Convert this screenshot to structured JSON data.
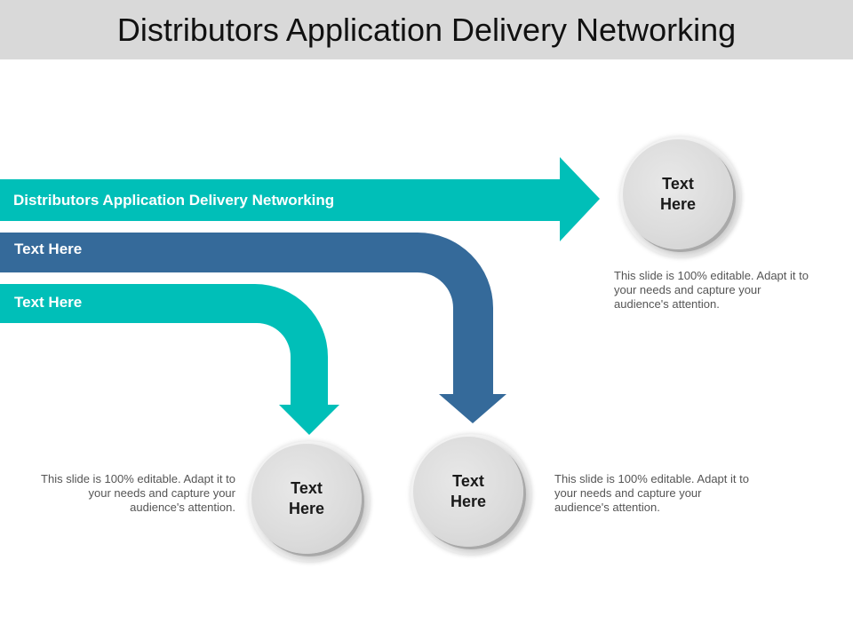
{
  "title": "Distributors Application Delivery Networking",
  "colors": {
    "teal": "#00bfb8",
    "blue": "#356a9a",
    "title_bar": "#d9d9d9"
  },
  "arrows": [
    {
      "label": "Distributors Application Delivery Networking",
      "color": "teal"
    },
    {
      "label": "Text Here",
      "color": "blue"
    },
    {
      "label": "Text Here",
      "color": "teal"
    }
  ],
  "circles": [
    {
      "label": "Text Here"
    },
    {
      "label": "Text Here"
    },
    {
      "label": "Text Here"
    }
  ],
  "descriptions": [
    {
      "text": "This slide is 100% editable. Adapt it to your needs and capture your audience's attention."
    },
    {
      "text": "This slide is 100% editable. Adapt it to your needs and capture your audience's attention."
    },
    {
      "text": "This slide is 100% editable. Adapt it to your needs and capture your audience's attention."
    }
  ]
}
